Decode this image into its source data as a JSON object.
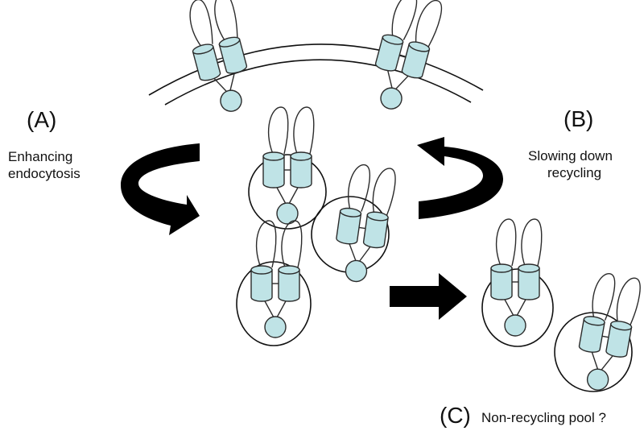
{
  "labels": {
    "a_letter": "(A)",
    "a_line1": "Enhancing",
    "a_line2": "endocytosis",
    "b_letter": "(B)",
    "b_line1": "Slowing down",
    "b_line2": "recycling",
    "c_letter": "(C)",
    "c_text": "Non-recycling pool ?"
  },
  "colors": {
    "channel_fill": "#bfe3e6",
    "outline": "#2b2b2b",
    "arrow": "#000000",
    "background": "#ffffff"
  }
}
